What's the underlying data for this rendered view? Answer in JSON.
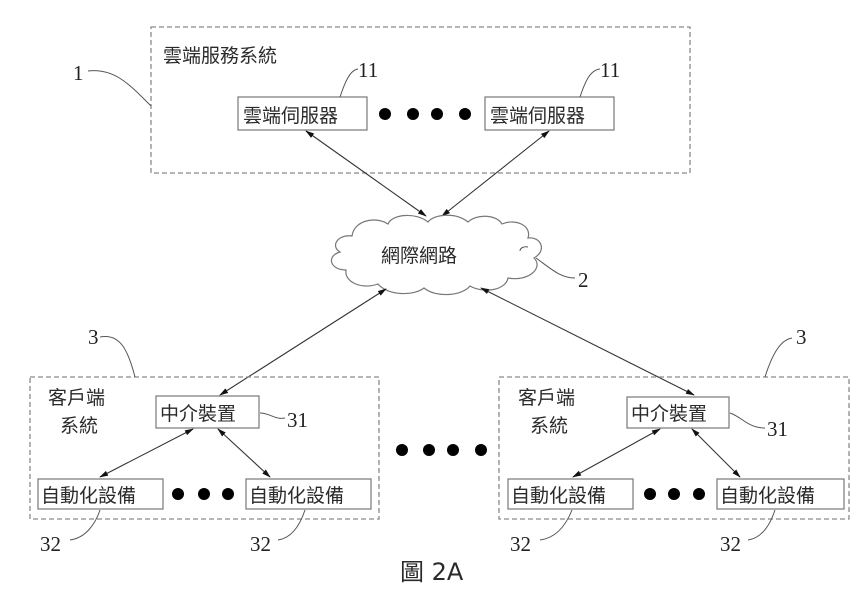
{
  "cloud_system": {
    "title": "雲端服務系統",
    "ref": "1",
    "servers": [
      {
        "label": "雲端伺服器",
        "ref": "11"
      },
      {
        "label": "雲端伺服器",
        "ref": "11"
      }
    ]
  },
  "internet": {
    "label": "網際網路",
    "ref": "2"
  },
  "clients": [
    {
      "title_line1": "客戶端",
      "title_line2": "系統",
      "ref": "3",
      "intermediary": {
        "label": "中介裝置",
        "ref": "31"
      },
      "devices": [
        {
          "label": "自動化設備",
          "ref": "32"
        },
        {
          "label": "自動化設備",
          "ref": "32"
        }
      ]
    },
    {
      "title_line1": "客戶端",
      "title_line2": "系統",
      "ref": "3",
      "intermediary": {
        "label": "中介裝置",
        "ref": "31"
      },
      "devices": [
        {
          "label": "自動化設備",
          "ref": "32"
        },
        {
          "label": "自動化設備",
          "ref": "32"
        }
      ]
    }
  ],
  "caption": "圖 2A"
}
